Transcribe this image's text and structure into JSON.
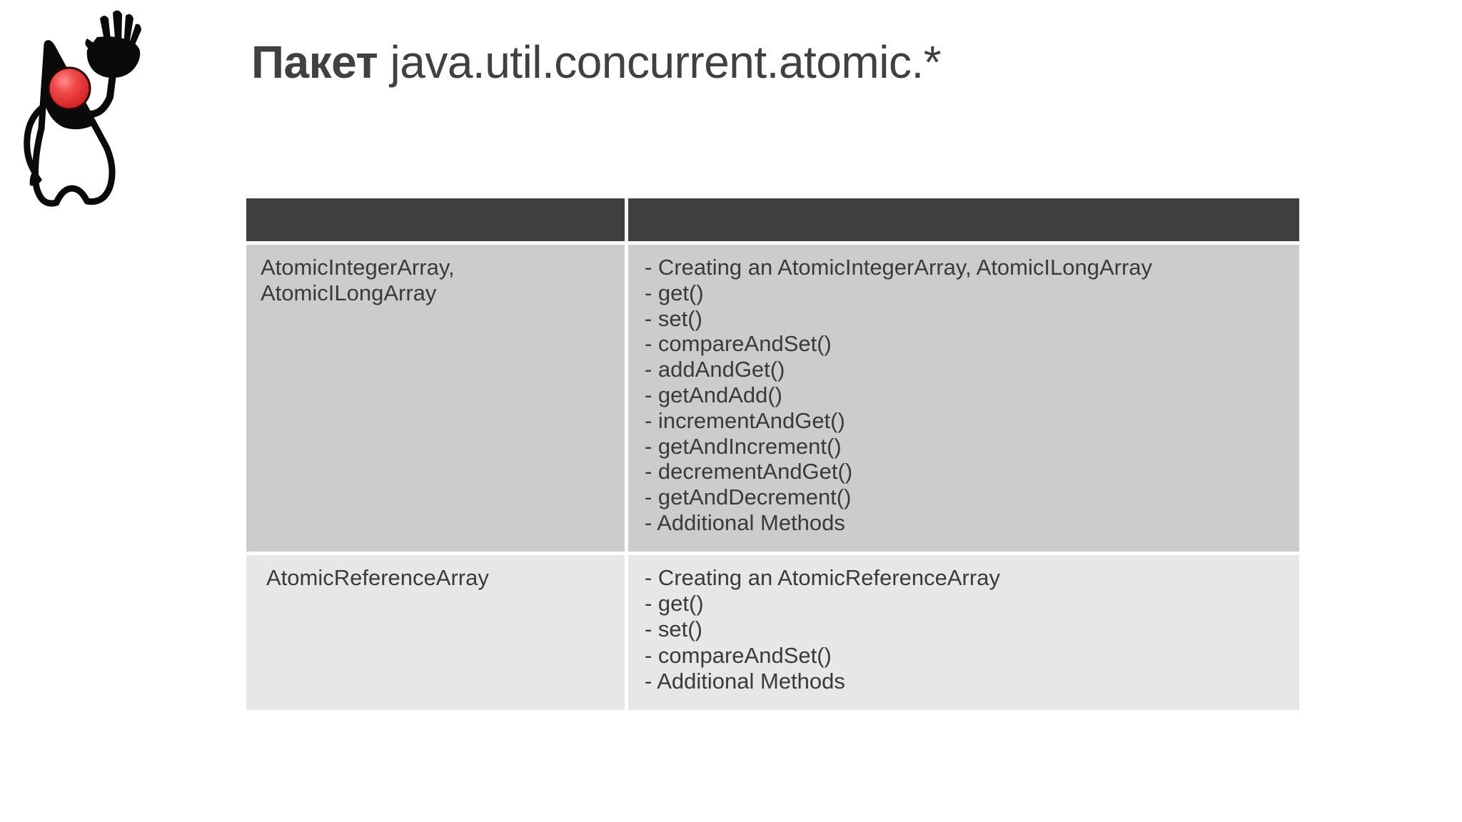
{
  "slide": {
    "title_bold": "Пакет",
    "title_rest": " java.util.concurrent.atomic.*",
    "logo_name": "duke-java-mascot",
    "colors": {
      "title_text": "#404040",
      "header_row_bg": "#3f3f3f",
      "row_odd_bg": "#cccccc",
      "row_even_bg": "#e7e7e7",
      "body_text": "#3a3a3a",
      "page_bg": "#ffffff",
      "duke_nose_red": "#e8343a"
    }
  },
  "table": {
    "headers": {
      "col_name": "",
      "col_desc": ""
    },
    "rows": [
      {
        "name_lines": [
          "AtomicIntegerArray,",
          "AtomicILongArray"
        ],
        "desc_lines": [
          "- Creating an AtomicIntegerArray, AtomicILongArray",
          "- get()",
          "- set()",
          "- compareAndSet()",
          "- addAndGet()",
          "- getAndAdd()",
          "- incrementAndGet()",
          "- getAndIncrement()",
          "- decrementAndGet()",
          "- getAndDecrement()",
          "- Additional Methods"
        ]
      },
      {
        "name_lines": [
          "AtomicReferenceArray"
        ],
        "desc_lines": [
          "- Creating an AtomicReferenceArray",
          "- get()",
          "- set()",
          "- compareAndSet()",
          "- Additional Methods"
        ]
      }
    ]
  }
}
